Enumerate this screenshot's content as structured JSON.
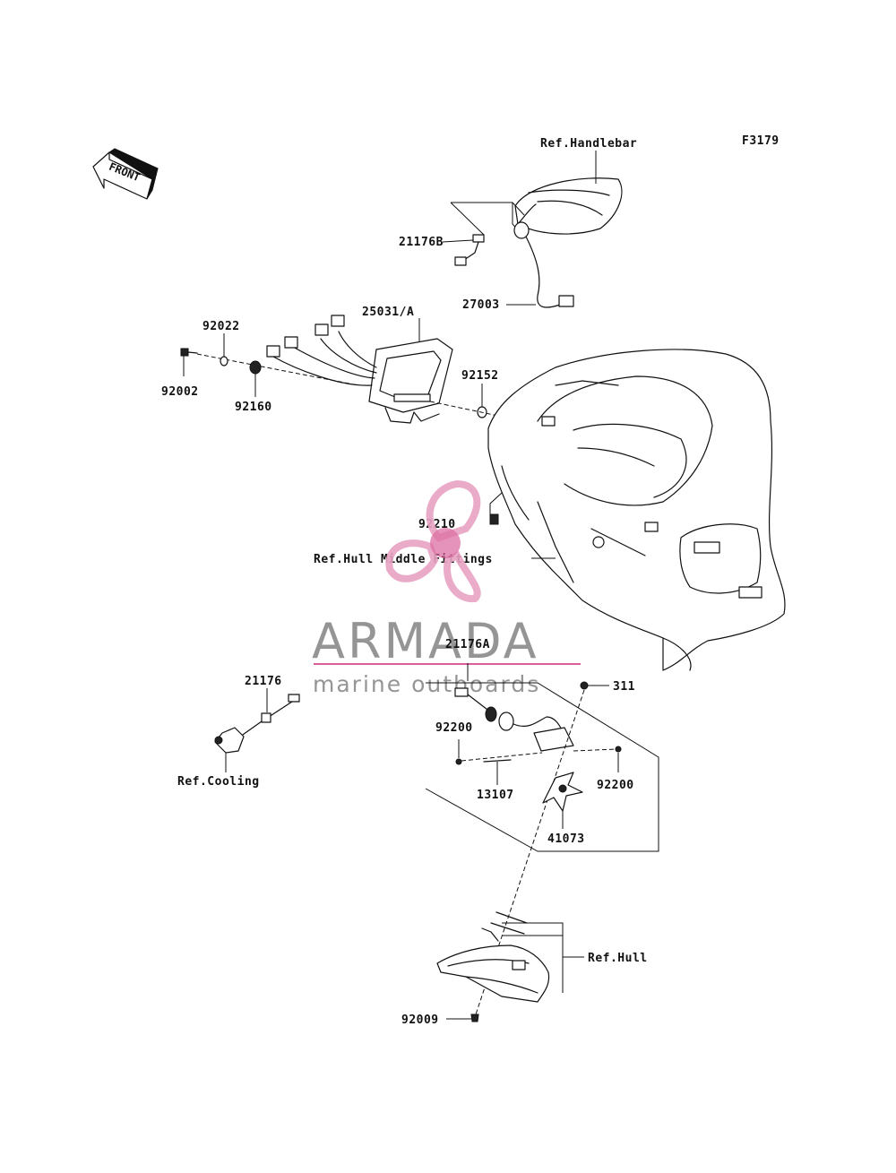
{
  "figure_code": "F3179",
  "front_label": "FRONT",
  "labels": {
    "ref_handlebar": "Ref.Handlebar",
    "p21176B": "21176B",
    "p27003": "27003",
    "p25031A": "25031/A",
    "p92022": "92022",
    "p92002": "92002",
    "p92160": "92160",
    "p92152": "92152",
    "p92210": "92210",
    "ref_hull_middle": "Ref.Hull Middle Fittings",
    "p21176A": "21176A",
    "p311": "311",
    "p92200_left": "92200",
    "p92200_right": "92200",
    "p13107": "13107",
    "p41073": "41073",
    "p21176": "21176",
    "ref_cooling": "Ref.Cooling",
    "ref_hull": "Ref.Hull",
    "p92009": "92009"
  },
  "watermark": {
    "brand": "ARMADA",
    "tagline": "marine outboards",
    "brand_color": "#8a8a8a",
    "accent_color": "#d9609a",
    "propeller_color": "#e8a3c3"
  }
}
